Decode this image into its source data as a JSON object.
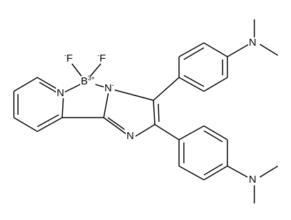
{
  "structure": {
    "atoms": {
      "fluorine_left": {
        "symbol": "F",
        "charge": "-"
      },
      "fluorine_right": {
        "symbol": "F",
        "charge": "-"
      },
      "boron": {
        "symbol": "B",
        "charge": "3+"
      },
      "pyridine_nitrogen": {
        "symbol": "N",
        "charge": ""
      },
      "imidazole_n_anion": {
        "symbol": "N",
        "charge": "-"
      },
      "imidazole_n": {
        "symbol": "N",
        "charge": ""
      },
      "amine_n_top": {
        "symbol": "N",
        "charge": ""
      },
      "amine_n_bottom": {
        "symbol": "N",
        "charge": ""
      }
    }
  }
}
